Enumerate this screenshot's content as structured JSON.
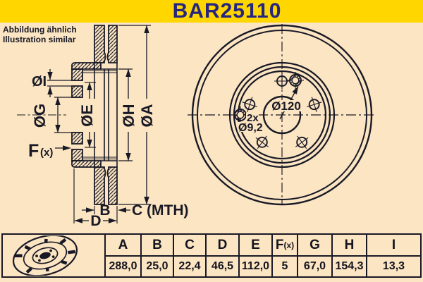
{
  "part_number": "BAR25110",
  "banner": {
    "title": "BAR25110"
  },
  "note": {
    "line1": "Abbildung ähnlich",
    "line2": "Illustration similar"
  },
  "cross_section": {
    "dim_labels": {
      "dia_i": "ØI",
      "dia_g": "ØG",
      "dia_e": "ØE",
      "dia_h": "ØH",
      "dia_a": "ØA",
      "f_main": "F",
      "f_suffix": "(x)",
      "b": "B",
      "c_mth": "C (MTH)",
      "d": "D"
    }
  },
  "front_view": {
    "bolt_circle_label": "Ø120",
    "pin_hole_count": "2x",
    "pin_hole_dia": "Ø9,2"
  },
  "spec_table": {
    "headers": [
      "A",
      "B",
      "C",
      "D",
      "E",
      "F(x)",
      "G",
      "H",
      "I"
    ],
    "f_header": {
      "main": "F",
      "suffix": "(x)"
    },
    "values": [
      "288,0",
      "25,0",
      "22,4",
      "46,5",
      "112,0",
      "5",
      "67,0",
      "154,3",
      "13,3"
    ]
  },
  "colors": {
    "banner_yellow": "#FFD600",
    "background_cream": "#FBE5C2",
    "line_dark": "#191926",
    "title_navy": "#26267E"
  }
}
